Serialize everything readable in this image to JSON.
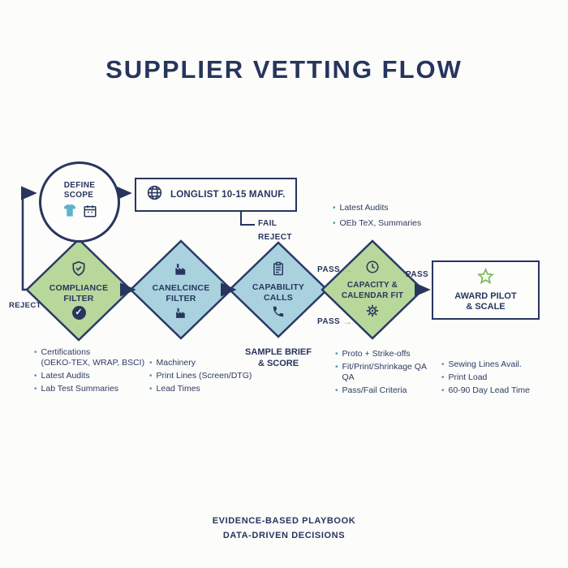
{
  "title": "SUPPLIER VETTING FLOW",
  "colors": {
    "navy": "#28365e",
    "diamond_green": "#b7d89a",
    "diamond_blue": "#a9d2de",
    "pass_green": "#94c46c",
    "bullet_teal": "#4b97ad",
    "background": "#fcfcfa"
  },
  "flow": {
    "start": {
      "label": "DEFINE\nSCOPE",
      "icons": [
        "tshirt-icon",
        "calendar-icon"
      ]
    },
    "longlist": {
      "label": "LONGLIST 10-15 MANUF.",
      "icon": "globe-icon"
    },
    "diamonds": [
      {
        "label": "COMPLIANCE\nFILTER",
        "fill": "green",
        "icon_top": "shield-check-icon",
        "icon_bottom": "check-circle-icon"
      },
      {
        "label": "CANELCINCE\nFILTER",
        "fill": "blue",
        "icon_top": "factory-icon",
        "icon_bottom": "factory-icon"
      },
      {
        "label": "CAPABILITY\nCALLS",
        "fill": "blue",
        "icon_top": "clipboard-icon",
        "icon_bottom": "phone-icon"
      },
      {
        "label": "CAPACITY &\nCALENDAR FIT",
        "fill": "green",
        "icon_top": "clock-icon",
        "icon_bottom": "gear-icon"
      }
    ],
    "award": {
      "label": "AWARD PILOT\n& SCALE",
      "icon": "star-icon"
    }
  },
  "edge_labels": {
    "fail": "FAIL",
    "reject_below_fail": "REJECT",
    "reject_left": "REJECT",
    "pass_top": "PASS",
    "pass_bottom": "PASS",
    "pass_right": "PASS",
    "arrow_glyph": "→",
    "check_glyph": "✓"
  },
  "notes": {
    "top_right": [
      "Latest Audits",
      "OEb TeX, Summaries"
    ],
    "compliance": [
      "Certifications\n(OEKO-TEX, WRAP, BSCI)",
      "Latest Audits",
      "Lab Test Summaries"
    ],
    "machinery": [
      "Machinery",
      "Print Lines (Screen/DTG)",
      "Lead Times"
    ],
    "sample_brief": "SAMPLE BRIEF\n& SCORE",
    "capacity": [
      "Proto + Strike-offs",
      "Fit/Print/Shrinkage QA\nQA",
      "Pass/Fail Criteria"
    ],
    "award_side": [
      "Sewing Lines Avail.",
      "Print Load",
      "60-90 Day Lead Time"
    ]
  },
  "footer": {
    "line1": "EVIDENCE-BASED PLAYBOOK",
    "line2": "DATA-DRIVEN DECISIONS"
  }
}
